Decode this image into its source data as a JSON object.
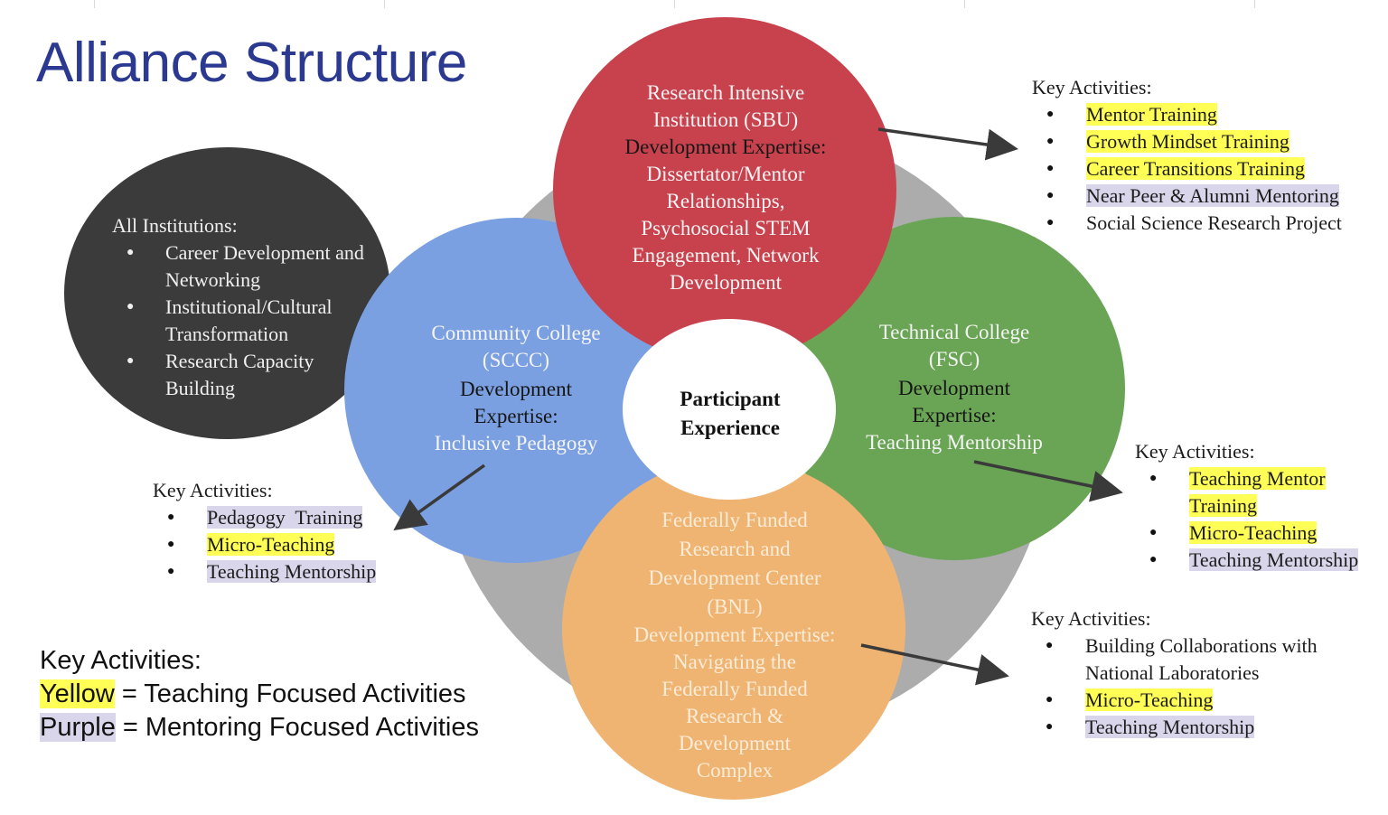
{
  "title": "Alliance Structure",
  "colors": {
    "title": "#2b3990",
    "red_circle": "#c8424e",
    "blue_circle": "#7ba0e2",
    "green_circle": "#6aa556",
    "orange_circle": "#efb472",
    "dark_circle": "#3b3b3b",
    "back_disc": "#acacac",
    "highlight_yellow": "#ffff55",
    "highlight_purple": "#d9d5ea"
  },
  "all_institutions": {
    "heading": "All Institutions:",
    "items": [
      "Career Development and Networking",
      "Institutional/Cultural Transformation",
      "Research Capacity Building"
    ]
  },
  "research": {
    "name_line1": "Research Intensive",
    "name_line2": "Institution (SBU)",
    "expertise_label": "Development Expertise:",
    "expertise": "Dissertator/Mentor Relationships, Psychosocial STEM Engagement, Network Development"
  },
  "community": {
    "name_line1": "Community College",
    "name_line2": "(SCCC)",
    "expertise_label_line1": "Development",
    "expertise_label_line2": "Expertise:",
    "expertise": "Inclusive Pedagogy"
  },
  "technical": {
    "name_line1": "Technical College",
    "name_line2": "(FSC)",
    "expertise_label_line1": "Development",
    "expertise_label_line2": "Expertise:",
    "expertise": "Teaching Mentorship"
  },
  "federal": {
    "name": "Federally Funded Research and Development Center (BNL)",
    "expertise_label": "Development Expertise:",
    "expertise": "Navigating the Federally Funded Research & Development Complex"
  },
  "center": {
    "line1": "Participant",
    "line2": "Experience"
  },
  "key_activities_red": {
    "heading": "Key Activities:",
    "items": [
      {
        "text": "Mentor Training",
        "highlight": "yellow"
      },
      {
        "text": "Growth Mindset Training",
        "highlight": "yellow"
      },
      {
        "text": "Career Transitions Training",
        "highlight": "yellow"
      },
      {
        "text": "Near Peer & Alumni Mentoring",
        "highlight": "purple"
      },
      {
        "text": "Social Science Research Project",
        "highlight": "none"
      }
    ]
  },
  "key_activities_green": {
    "heading": "Key Activities:",
    "items": [
      {
        "text": "Teaching Mentor Training",
        "highlight": "yellow"
      },
      {
        "text": "Micro-Teaching",
        "highlight": "yellow"
      },
      {
        "text": "Teaching Mentorship",
        "highlight": "purple"
      }
    ]
  },
  "key_activities_orange": {
    "heading": "Key Activities:",
    "items": [
      {
        "text": "Building Collaborations with National Laboratories",
        "highlight": "none"
      },
      {
        "text": "Micro-Teaching",
        "highlight": "yellow"
      },
      {
        "text": "Teaching Mentorship",
        "highlight": "purple"
      }
    ]
  },
  "key_activities_blue": {
    "heading": "Key Activities:",
    "items": [
      {
        "text": "Pedagogy  Training",
        "highlight": "purple"
      },
      {
        "text": "Micro-Teaching",
        "highlight": "yellow"
      },
      {
        "text": "Teaching Mentorship",
        "highlight": "purple"
      }
    ]
  },
  "legend": {
    "heading": "Key Activities:",
    "yellow_word": "Yellow",
    "yellow_desc": " = Teaching Focused Activities",
    "purple_word": "Purple",
    "purple_desc": " = Mentoring Focused Activities"
  }
}
